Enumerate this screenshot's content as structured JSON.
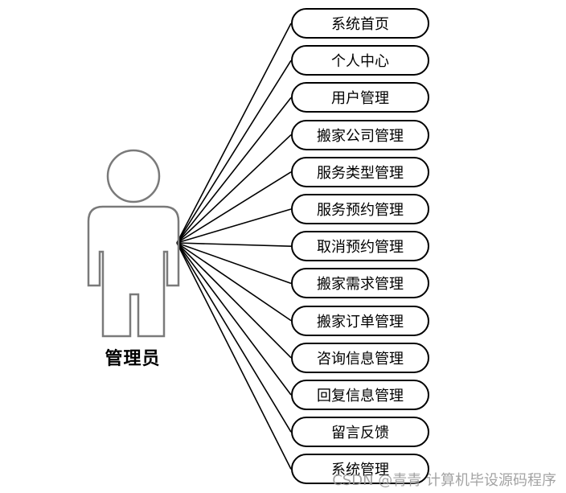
{
  "actor": {
    "label": "管理员"
  },
  "use_cases": [
    "系统首页",
    "个人中心",
    "用户管理",
    "搬家公司管理",
    "服务类型管理",
    "服务预约管理",
    "取消预约管理",
    "搬家需求管理",
    "搬家订单管理",
    "咨询信息管理",
    "回复信息管理",
    "留言反馈",
    "系统管理"
  ],
  "watermark": "CSDN @青青  计算机毕设源码程序",
  "colors": {
    "stroke": "#000000",
    "figure_stroke": "#7a7a7a",
    "background": "#ffffff"
  }
}
